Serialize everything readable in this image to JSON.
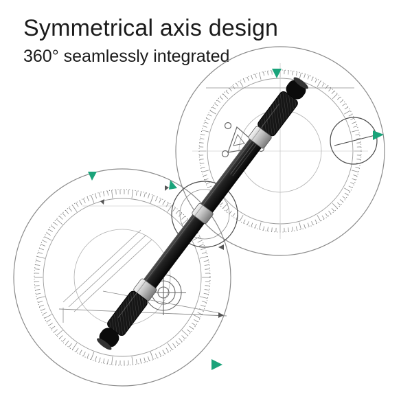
{
  "header": {
    "title": "Symmetrical axis design",
    "subtitle": "360° seamlessly integrated"
  },
  "illustration": {
    "subject": "fidget spinner pen with bearing rings",
    "icons": [
      "triangle-icon",
      "crosshair-icon",
      "direction-marker-icon"
    ],
    "colors": {
      "line_art": "#8a8a8a",
      "pen_body": "#111111",
      "marker": "#1aa37a",
      "chrome": "#d9d9d9"
    }
  }
}
